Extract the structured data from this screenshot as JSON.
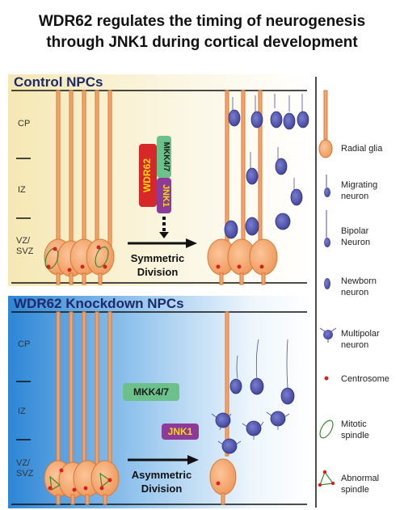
{
  "title": {
    "line1": "WDR62 regulates the timing of neurogenesis",
    "line2": "through JNK1 during cortical development"
  },
  "panels": {
    "control": {
      "heading": "Control NPCs",
      "zones": {
        "cp": "CP",
        "iz": "IZ",
        "vz1": "VZ/",
        "vz2": "SVZ"
      },
      "proteins": {
        "wdr62": "WDR62",
        "mkk": "MKK4/7",
        "jnk": "JNK1"
      },
      "division": {
        "line1": "Symmetric",
        "line2": "Division"
      }
    },
    "knockdown": {
      "heading": "WDR62 Knockdown NPCs",
      "zones": {
        "cp": "CP",
        "iz": "IZ",
        "vz1": "VZ/",
        "vz2": "SVZ"
      },
      "proteins": {
        "mkk": "MKK4/7",
        "jnk": "JNK1"
      },
      "division": {
        "line1": "Asymmetric",
        "line2": "Division"
      }
    }
  },
  "legend": {
    "radial_glia": "Radial glia",
    "migrating1": "Migrating",
    "migrating2": "neuron",
    "bipolar1": "Bipolar",
    "bipolar2": "Neuron",
    "newborn1": "Newborn",
    "newborn2": "neuron",
    "multipolar1": "Multipolar",
    "multipolar2": "neuron",
    "centrosome": "Centrosome",
    "mitotic1": "Mitotic",
    "mitotic2": "spindle",
    "abnormal1": "Abnormal",
    "abnormal2": "spindle"
  },
  "colors": {
    "radial_glia": "#f4a46a",
    "neuron": "#4c4fa8",
    "centrosome": "#d8201e",
    "wdr62_box": "#d62828",
    "wdr62_text": "#f5d90a",
    "mkk_box": "#6cc18a",
    "jnk_box": "#8e3a98",
    "control_bg": "#f7efc7",
    "knockdown_bg": "#2f8fdc"
  }
}
